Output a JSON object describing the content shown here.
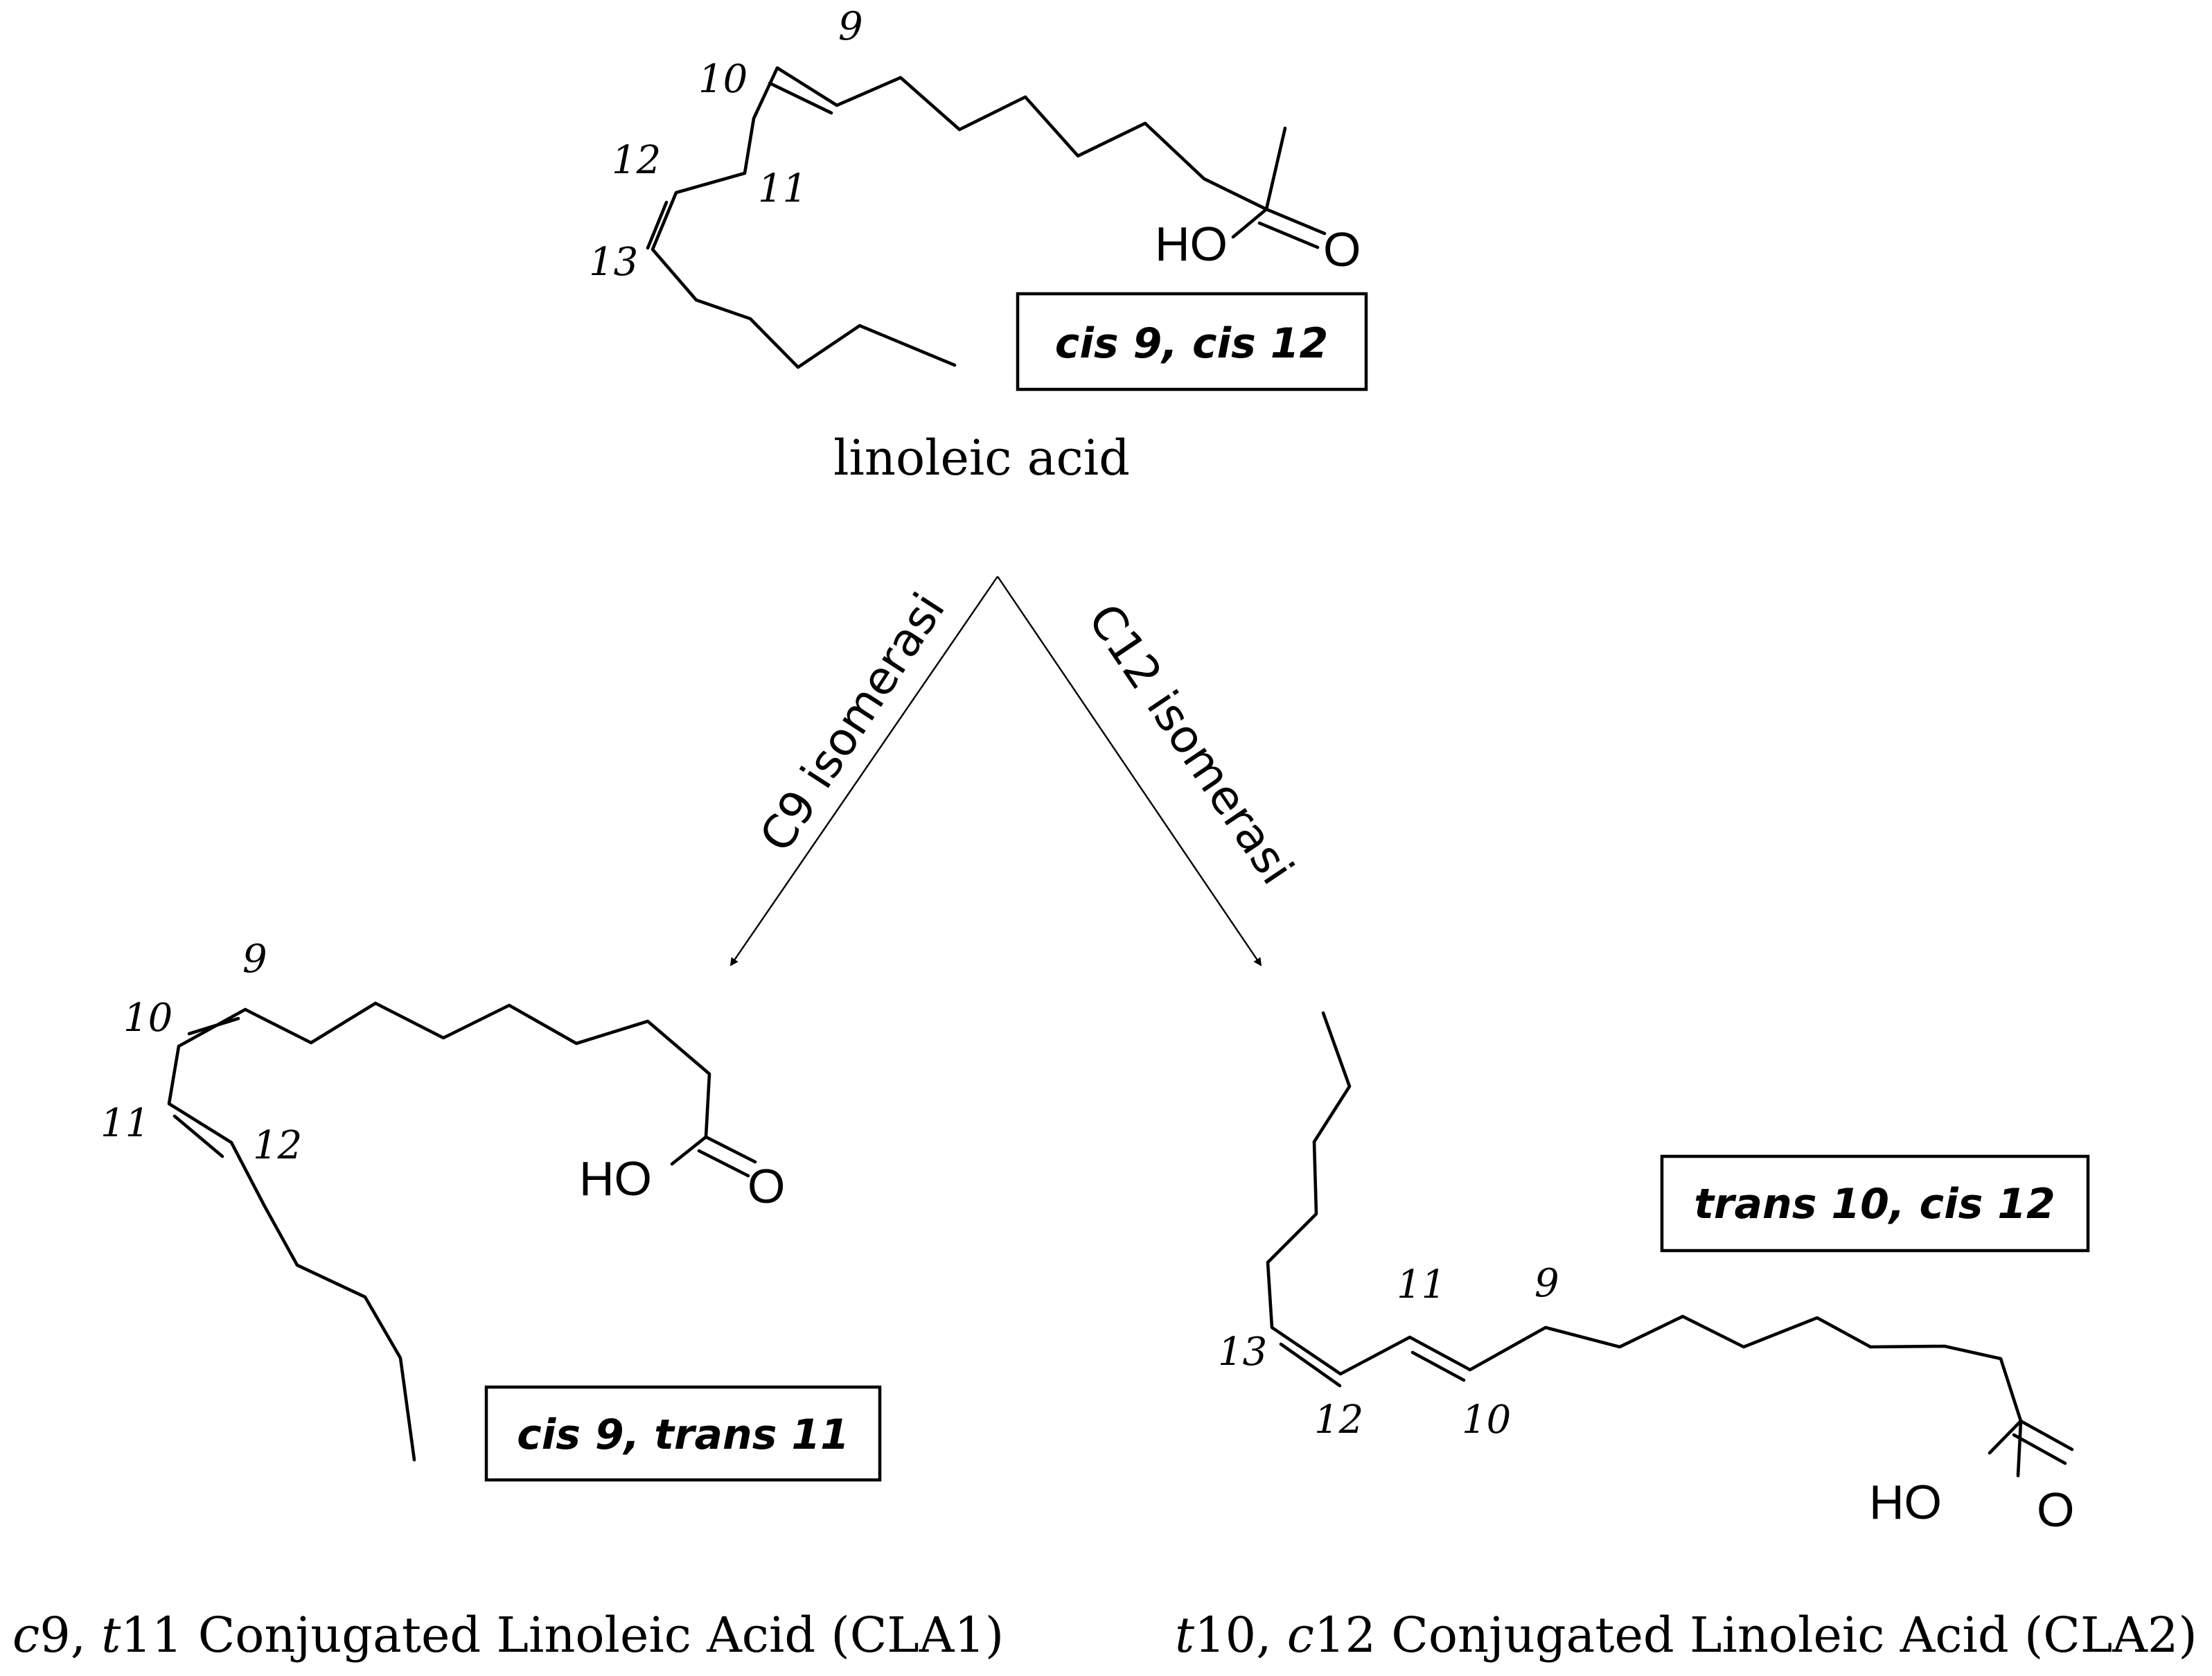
{
  "linoleic": {
    "name": "linoleic acid",
    "config_label": "cis 9, cis 12",
    "numbers": {
      "c9": "9",
      "c10": "10",
      "c11": "11",
      "c12": "12",
      "c13": "13"
    },
    "ho": "HO",
    "o": "O"
  },
  "enzymes": {
    "left": "C9 isomerasi",
    "right": "C12 isomerasi"
  },
  "cla1": {
    "prefix1": "c",
    "num1": "9, ",
    "prefix2": "t",
    "name": "11 Conjugated Linoleic Acid (CLA1)",
    "config_label": "cis 9, trans 11",
    "numbers": {
      "c9": "9",
      "c10": "10",
      "c11": "11",
      "c12": "12"
    },
    "ho": "HO",
    "o": "O"
  },
  "cla2": {
    "prefix1": "t",
    "num1": "10, ",
    "prefix2": "c",
    "name": "12 Conjugated Linoleic Acid (CLA2)",
    "config_label": "trans 10, cis 12",
    "numbers": {
      "c9": "9",
      "c10": "10",
      "c11": "11",
      "c12": "12",
      "c13": "13"
    },
    "ho": "HO",
    "o": "O"
  }
}
